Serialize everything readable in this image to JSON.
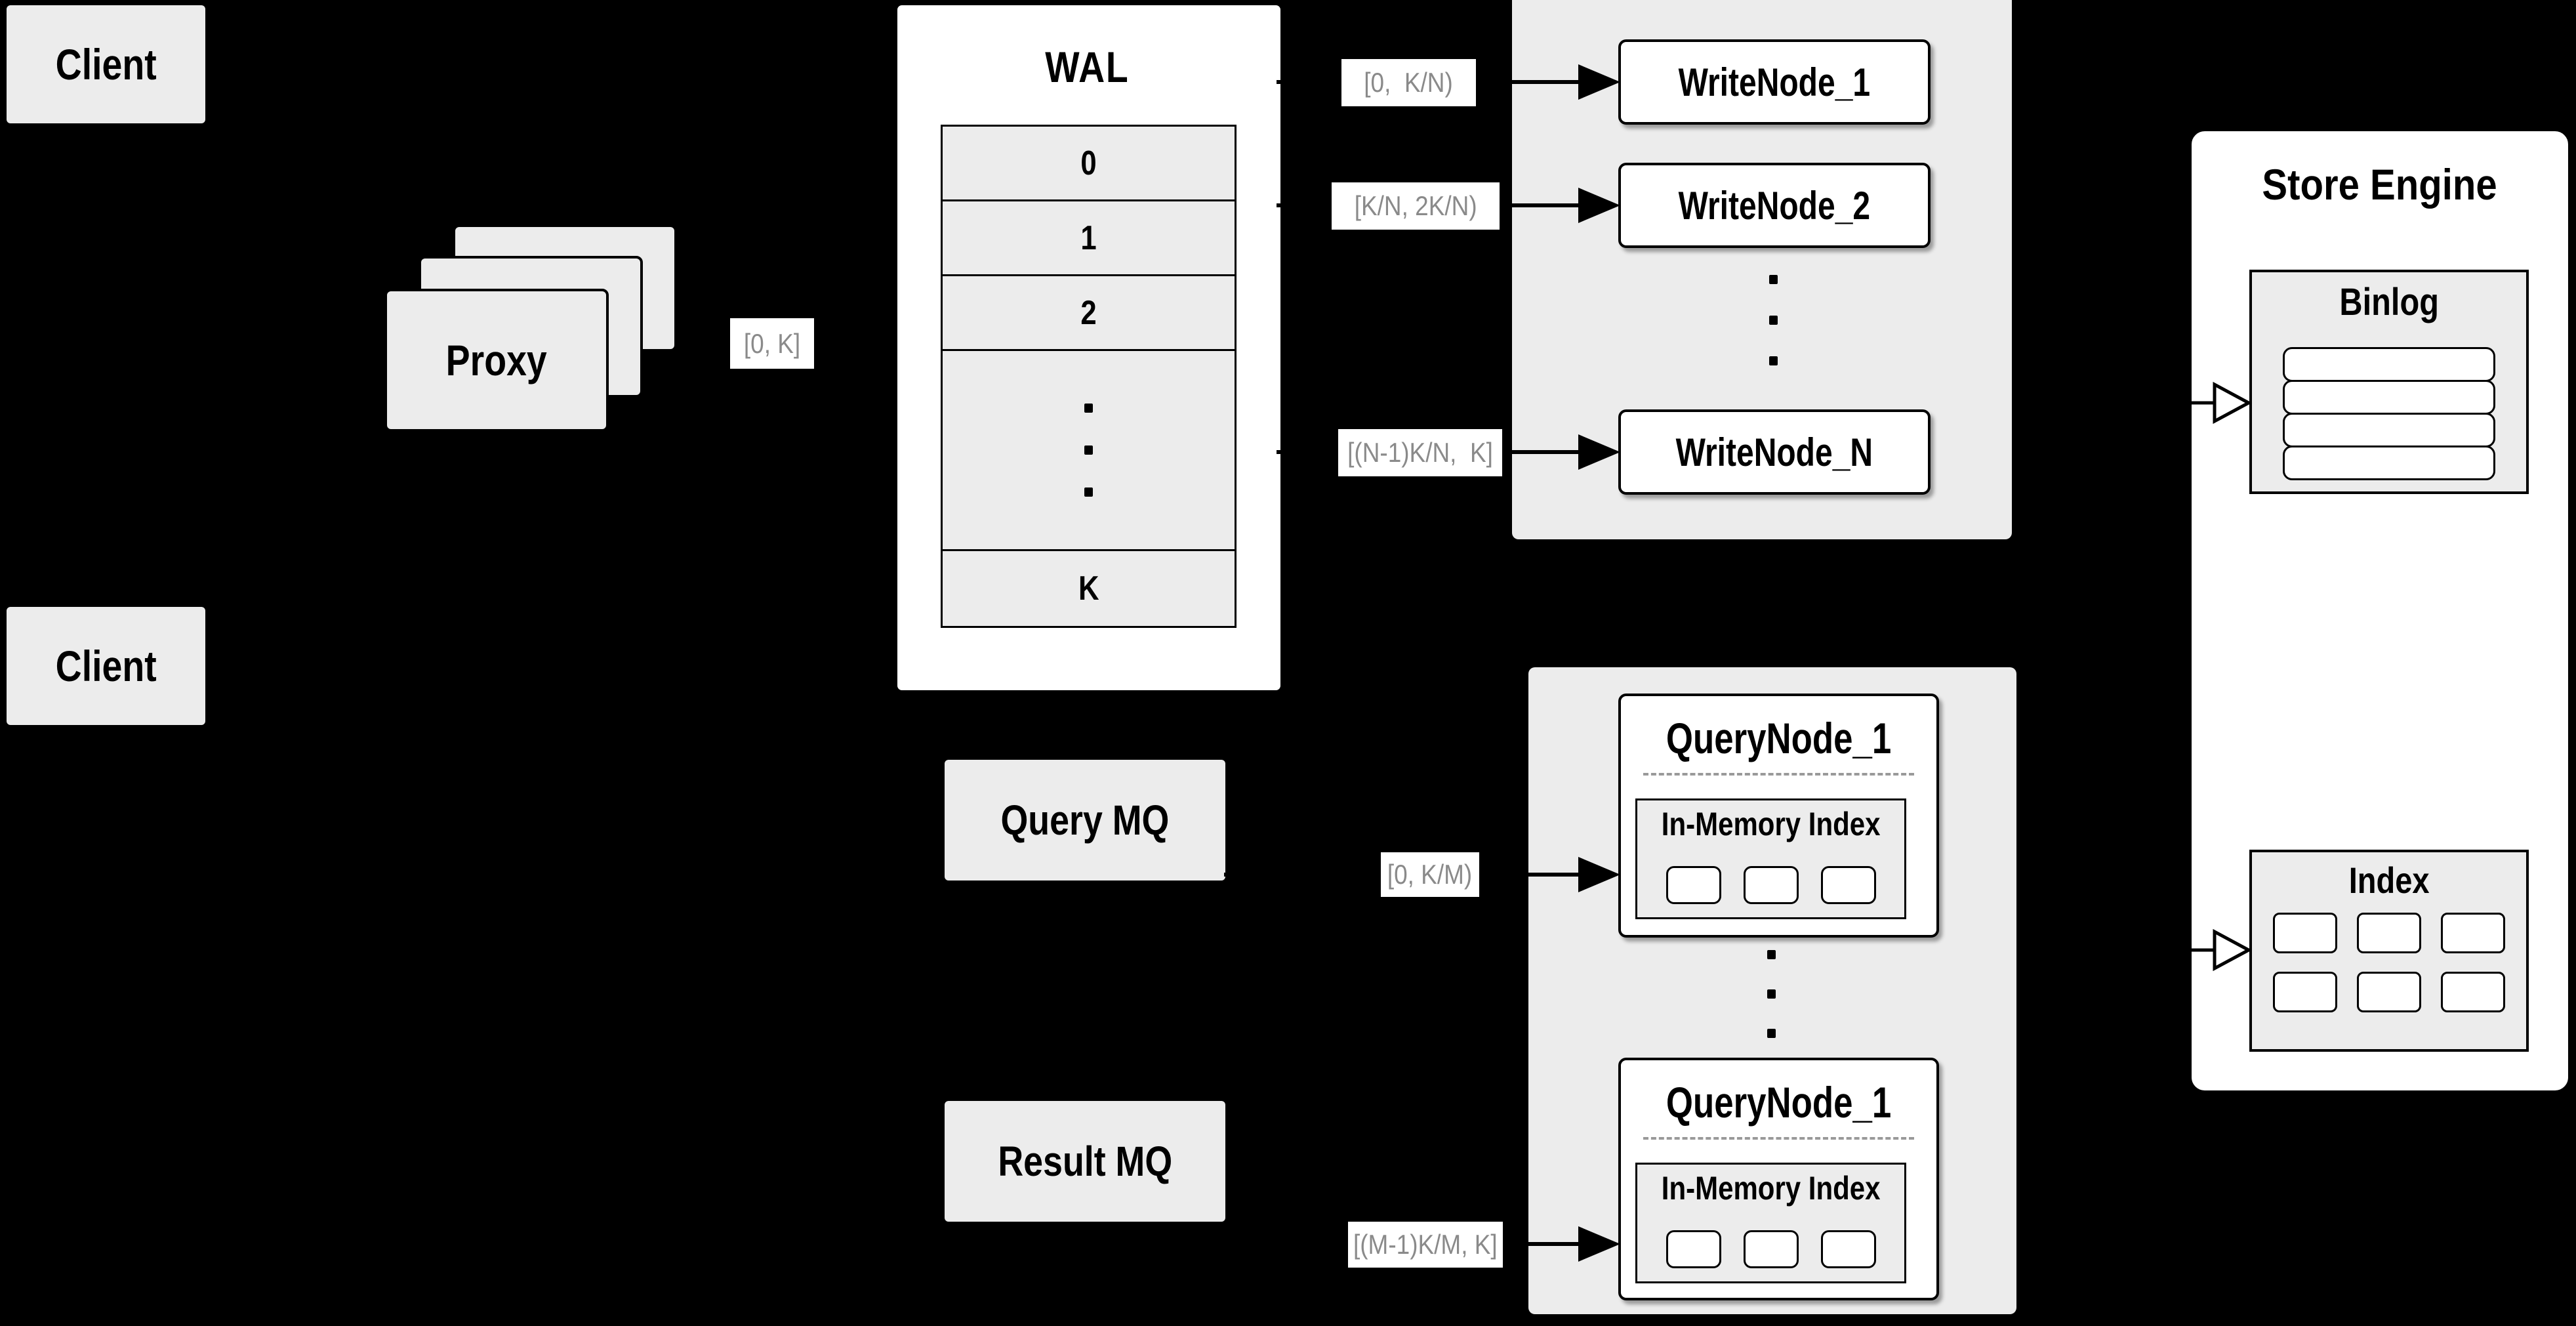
{
  "colors": {
    "background": "#000000",
    "panel_fill": "#ececec",
    "node_fill": "#ffffff",
    "border": "#000000",
    "range_label_text": "#8a8a8a",
    "range_label_bg": "#ffffff",
    "dashed_divider": "#999999"
  },
  "clients": {
    "top": "Client",
    "bottom": "Client"
  },
  "proxy": {
    "label": "Proxy"
  },
  "wal": {
    "title": "WAL",
    "segments": [
      "0",
      "1",
      "2"
    ],
    "ellipsis": "...",
    "last_segment": "K"
  },
  "range_labels": {
    "proxy_to_wal": "[0, K]",
    "wal_to_writenode1": "[0,  K/N)",
    "wal_to_writenode2": "[K/N, 2K/N)",
    "wal_to_writenodeN": "[(N-1)K/N,  K]",
    "querymq_to_querynode1": "[0, K/M)",
    "resultmq_to_querynode2": "[(M-1)K/M, K]"
  },
  "write_nodes": {
    "node1": "WriteNode_1",
    "node2": "WriteNode_2",
    "nodeN": "WriteNode_N",
    "ellipsis": "..."
  },
  "mq": {
    "query": "Query MQ",
    "result": "Result MQ"
  },
  "query_nodes": {
    "node1_title": "QueryNode_1",
    "node2_title": "QueryNode_1",
    "in_memory_label": "In-Memory Index",
    "ellipsis": "..."
  },
  "store_engine": {
    "title": "Store Engine",
    "binlog_title": "Binlog",
    "index_title": "Index"
  }
}
